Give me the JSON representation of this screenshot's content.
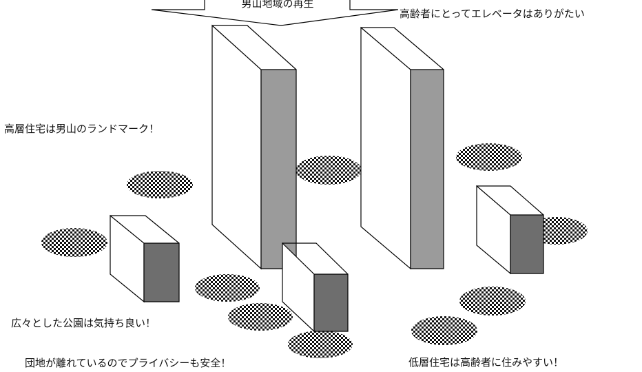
{
  "banner": {
    "text": "男山地域の再生"
  },
  "labels": {
    "elevator": "高齢者にとってエレベータはありがたい",
    "landmark": "高層住宅は男山のランドマーク！",
    "park": "広々とした公園は気持ち良い！",
    "privacy": "団地が離れているのでプライバシーも安全！",
    "lowrise": "低層住宅は高齢者に住みやすい！"
  },
  "colors": {
    "tower_face": "#9b9b9b",
    "house_face": "#6e6e6e",
    "outline": "#000000",
    "tree_dots": "#111111"
  }
}
